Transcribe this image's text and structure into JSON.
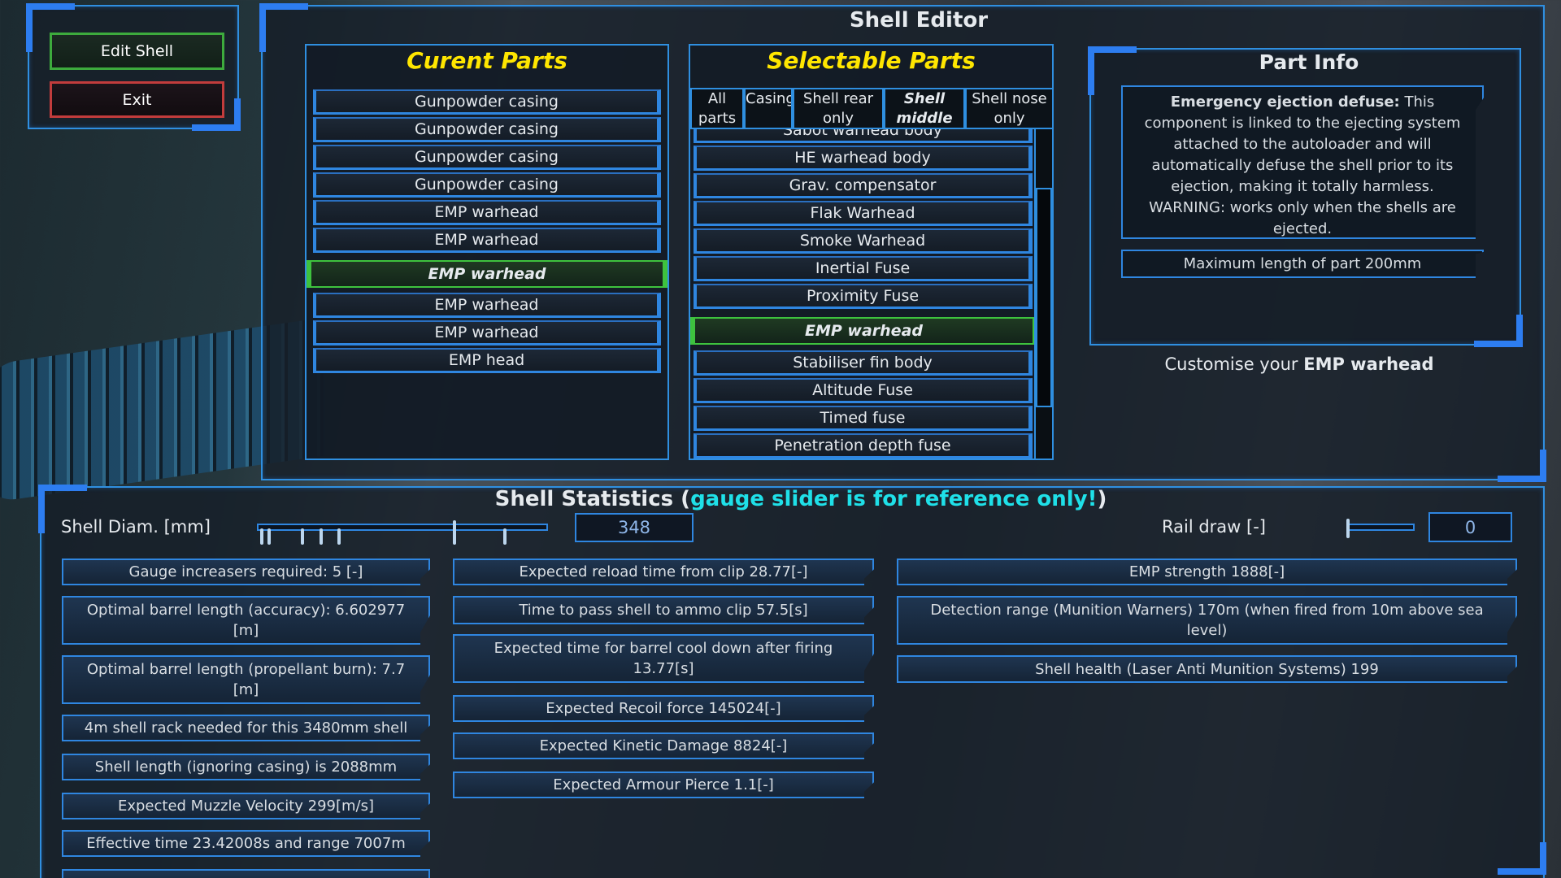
{
  "menu": {
    "edit_shell": "Edit Shell",
    "exit": "Exit"
  },
  "editor": {
    "title": "Shell Editor"
  },
  "current_parts": {
    "title": "Curent Parts",
    "items": [
      "Gunpowder casing",
      "Gunpowder casing",
      "Gunpowder casing",
      "Gunpowder casing",
      "EMP warhead",
      "EMP warhead",
      "EMP warhead",
      "EMP warhead",
      "EMP warhead",
      "EMP head"
    ],
    "selected_index": 6
  },
  "selectable_parts": {
    "title": "Selectable Parts",
    "tabs": [
      {
        "label": "All parts",
        "active": false
      },
      {
        "label": "Casing",
        "active": false
      },
      {
        "label": "Shell rear only",
        "active": false
      },
      {
        "label": "Shell middle",
        "active": true
      },
      {
        "label": "Shell nose only",
        "active": false
      }
    ],
    "items": [
      "Sabot warhead body",
      "HE warhead body",
      "Grav. compensator",
      "Flak Warhead",
      "Smoke Warhead",
      "Inertial Fuse",
      "Proximity Fuse",
      "EMP warhead",
      "Stabiliser fin body",
      "Altitude Fuse",
      "Timed fuse",
      "Penetration depth fuse"
    ],
    "selected_index": 7
  },
  "part_info": {
    "title": "Part Info",
    "name": "Emergency ejection defuse:",
    "description": "This component is linked to the ejecting system attached to the autoloader and will automatically defuse the shell prior to its ejection, making it totally harmless. WARNING: works only when the shells are ejected.",
    "max_length": "Maximum length of part 200mm",
    "customise_prefix": "Customise your",
    "customise_part": "EMP warhead"
  },
  "stats": {
    "title": "Shell Statistics",
    "title_open": "(",
    "title_note": "gauge slider is for reference only!",
    "title_close": ")",
    "diam_label": "Shell Diam. [mm]",
    "diam_value": "348",
    "rail_label": "Rail draw [-]",
    "rail_value": "0",
    "col1": [
      "Gauge increasers required: 5 [-]",
      "Optimal barrel length (accuracy): 6.602977 [m]",
      "Optimal barrel length (propellant burn): 7.7 [m]",
      "4m shell rack needed for this 3480mm shell",
      "Shell length (ignoring casing) is 2088mm",
      "Expected Muzzle Velocity 299[m/s]",
      "Effective time 23.42008s and range 7007m",
      ""
    ],
    "col2": [
      "Expected reload time from clip 28.77[-]",
      "Time to pass shell to ammo clip 57.5[s]",
      "Expected time for barrel cool down after firing 13.77[s]",
      "Expected Recoil force 145024[-]",
      "Expected Kinetic Damage 8824[-]",
      "Expected Armour Pierce 1.1[-]"
    ],
    "col3": [
      "EMP strength 1888[-]",
      "Detection range (Munition Warners) 170m (when fired from 10m above sea level)",
      "Shell health (Laser Anti Munition Systems) 199"
    ]
  },
  "colors": {
    "accent": "#2f8fe0",
    "selected": "#3ec23e",
    "title_yellow": "#ffe600",
    "note_cyan": "#1fe0e8"
  }
}
